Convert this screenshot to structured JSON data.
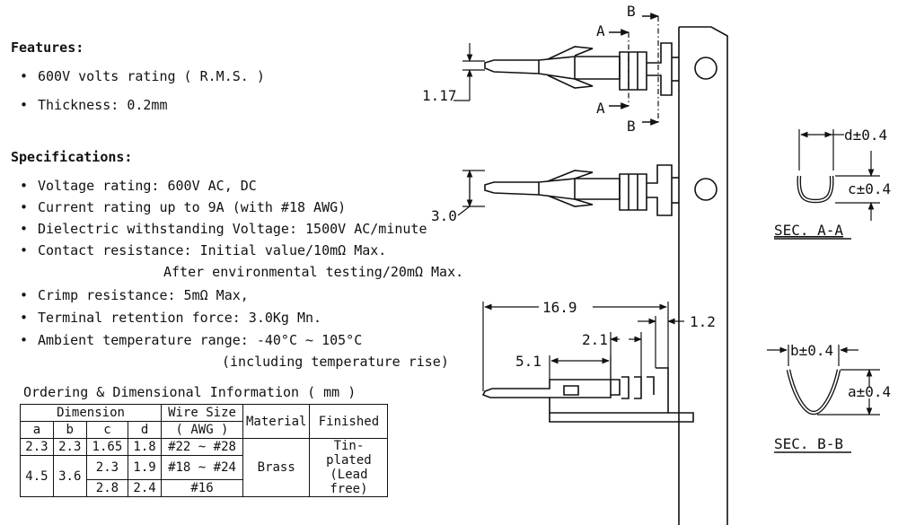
{
  "features": {
    "heading": "Features:",
    "items": [
      "600V volts rating ( R.M.S. )",
      "Thickness: 0.2mm"
    ]
  },
  "specifications": {
    "heading": "Specifications:",
    "items": [
      "Voltage rating: 600V AC, DC",
      "Current rating up to 9A (with #18 AWG)",
      "Dielectric withstanding Voltage: 1500V AC/minute",
      "Contact resistance: Initial value/10mΩ Max.",
      "Crimp resistance: 5mΩ Max,",
      "Terminal retention force: 3.0Kg Mn.",
      "Ambient temperature range: -40°C ~ 105°C"
    ],
    "contact_continuation": "After environmental testing/20mΩ Max.",
    "temp_continuation": "(including temperature rise)"
  },
  "ordering": {
    "title": "Ordering & Dimensional Information ( mm )",
    "headers": {
      "dimension": "Dimension",
      "wire_size": "Wire Size",
      "awg": "( AWG )",
      "material": "Material",
      "finished": "Finished",
      "a": "a",
      "b": "b",
      "c": "c",
      "d": "d"
    },
    "row1": {
      "a": "2.3",
      "b": "2.3",
      "c": "1.65",
      "d": "1.8",
      "awg": "#22 ~ #28"
    },
    "row2": {
      "a": "4.5",
      "b": "3.6",
      "c": "2.3",
      "d": "1.9",
      "awg": "#18 ~ #24"
    },
    "row3": {
      "c": "2.8",
      "d": "2.4",
      "awg": "#16"
    },
    "material": "Brass",
    "finished_line1": "Tin-plated",
    "finished_line2": "(Lead free)"
  },
  "drawing": {
    "label_b_top": "B",
    "label_a_top": "A",
    "label_a_bottom": "A",
    "label_b_bottom": "B",
    "dim_width_top": "1.17",
    "dim_width_lower": "3.0",
    "dim_length": "16.9",
    "dim_1_2": "1.2",
    "dim_2_1": "2.1",
    "dim_5_1": "5.1",
    "sec_aa": {
      "title": "SEC. A-A",
      "d_label": "d±0.4",
      "c_label": "c±0.4"
    },
    "sec_bb": {
      "title": "SEC. B-B",
      "b_label": "b±0.4",
      "a_label": "a±0.4"
    }
  }
}
